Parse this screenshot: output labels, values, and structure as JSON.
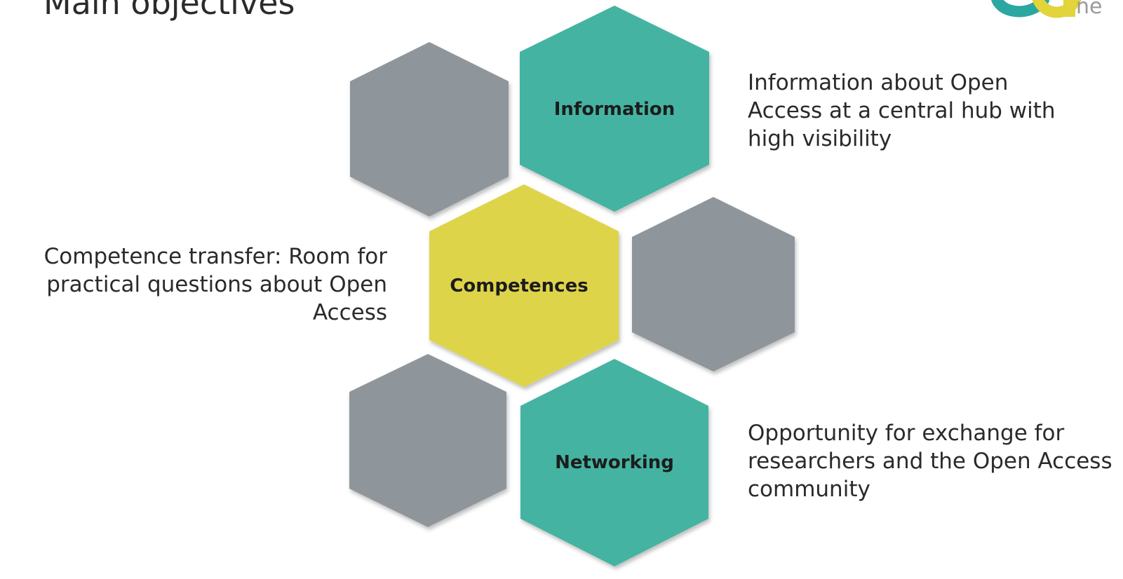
{
  "slide": {
    "title": "Main objectives"
  },
  "logo": {
    "text": "ne",
    "colors": [
      "#2aa7a0",
      "#e2d43a"
    ]
  },
  "hexagons": [
    {
      "id": "info",
      "label": "Information",
      "color": "#45b3a1"
    },
    {
      "id": "comp",
      "label": "Competences",
      "color": "#ded44a"
    },
    {
      "id": "net",
      "label": "Networking",
      "color": "#45b3a1"
    },
    {
      "id": "gray-top-left",
      "label": "",
      "color": "#8f969b"
    },
    {
      "id": "gray-mid-right",
      "label": "",
      "color": "#8f969b"
    },
    {
      "id": "gray-bottom-left",
      "label": "",
      "color": "#8f969b"
    }
  ],
  "descriptions": {
    "information": "Information about Open Access at a central hub with high visibility",
    "competences": "Competence transfer: Room for practical questions about Open Access",
    "networking": "Opportunity for exchange for researchers and the Open Access community"
  }
}
